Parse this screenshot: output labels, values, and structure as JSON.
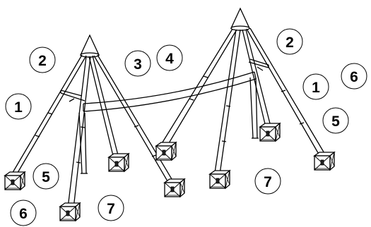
{
  "diagram": {
    "callouts": [
      {
        "id": "c1a",
        "label": "1"
      },
      {
        "id": "c2a",
        "label": "2"
      },
      {
        "id": "c3",
        "label": "3"
      },
      {
        "id": "c4",
        "label": "4"
      },
      {
        "id": "c5a",
        "label": "5"
      },
      {
        "id": "c6a",
        "label": "6"
      },
      {
        "id": "c7a",
        "label": "7"
      },
      {
        "id": "c2b",
        "label": "2"
      },
      {
        "id": "c1b",
        "label": "1"
      },
      {
        "id": "c6b",
        "label": "6"
      },
      {
        "id": "c5b",
        "label": "5"
      },
      {
        "id": "c7b",
        "label": "7"
      }
    ]
  }
}
